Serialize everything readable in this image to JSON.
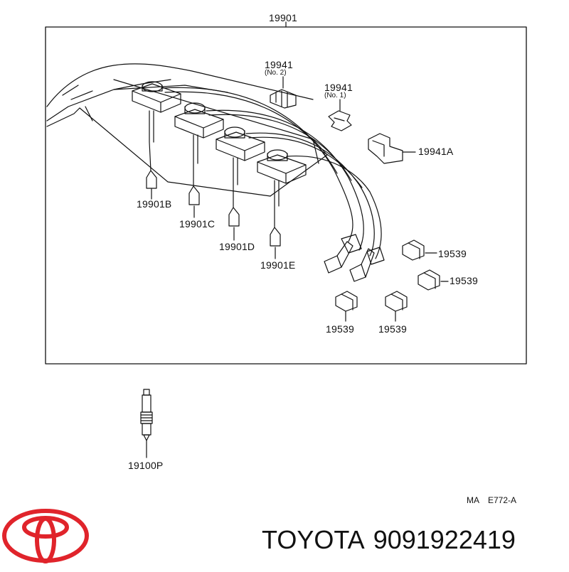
{
  "diagram": {
    "assembly_label": "19901",
    "labels": {
      "clamp_no2": "19941",
      "clamp_no2_sub": "(No. 2)",
      "clamp_no1": "19941",
      "clamp_no1_sub": "(No. 1)",
      "clamp_a": "19941A",
      "cord_b": "19901B",
      "cord_c": "19901C",
      "cord_d": "19901D",
      "cord_e": "19901E",
      "holder_1": "19539",
      "holder_2": "19539",
      "holder_3": "19539",
      "holder_4": "19539",
      "spark_plug": "19100P"
    },
    "drawing_code_prefix": "MA",
    "drawing_code": "E772-A"
  },
  "footer": {
    "brand": "TOYOTA",
    "part_number": "9091922419",
    "logo_icon": "toyota-logo-icon",
    "logo_color": "#e0242b"
  }
}
